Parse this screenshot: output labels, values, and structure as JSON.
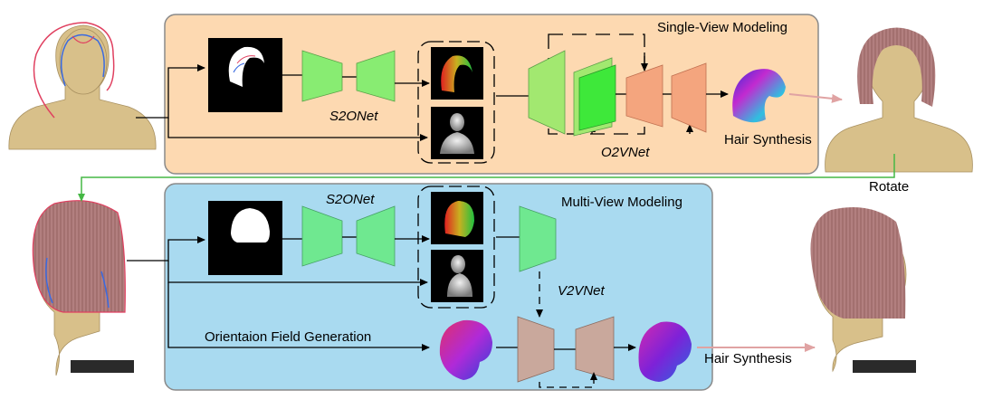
{
  "panels": {
    "single_view_title": "Single-View Modeling",
    "multi_view_title": "Multi-View Modeling"
  },
  "networks": {
    "s2o_single": "S2ONet",
    "o2v": "O2VNet",
    "s2o_multi": "S2ONet",
    "v2v": "V2VNet"
  },
  "steps": {
    "hair_synthesis_single": "Hair Synthesis",
    "hair_synthesis_multi": "Hair Synthesis",
    "rotate": "Rotate",
    "orientation_field": "Orientaion Field Generation"
  },
  "colors": {
    "single_panel_bg": "#fdd9b1",
    "multi_panel_bg": "#a9daf0",
    "panel_border": "#8a8a8a",
    "s2o_net": "#88ec72",
    "o2v_encoder": "#a2e870",
    "o2v_decoder": "#f4a57e",
    "o2v_volume": "#3ee83a",
    "v2v_encoder": "#6fe890",
    "v2v_net": "#c9a89c",
    "rotate_arrow": "#45b845",
    "synthesis_arrow": "#e0a3a3",
    "bust_skin": "#d8c08a",
    "hair_brown": "#a3706f"
  }
}
